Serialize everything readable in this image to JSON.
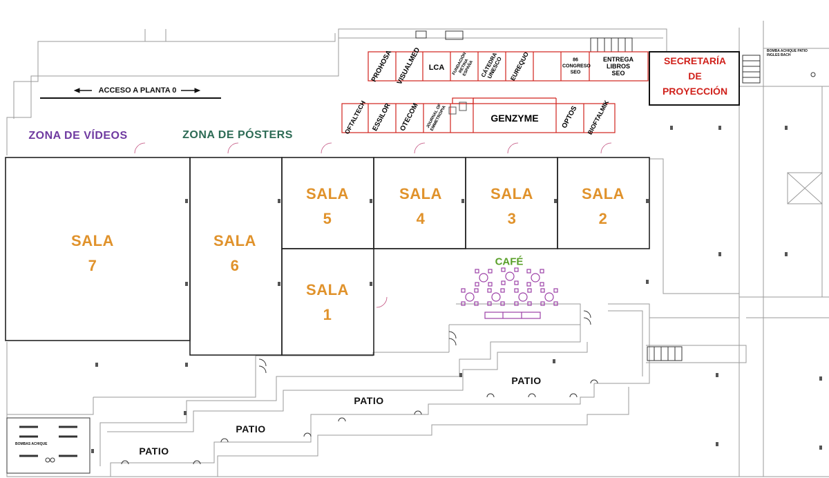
{
  "rooms": {
    "sala7": {
      "line1": "SALA",
      "line2": "7"
    },
    "sala6": {
      "line1": "SALA",
      "line2": "6"
    },
    "sala5": {
      "line1": "SALA",
      "line2": "5"
    },
    "sala4": {
      "line1": "SALA",
      "line2": "4"
    },
    "sala3": {
      "line1": "SALA",
      "line2": "3"
    },
    "sala2": {
      "line1": "SALA",
      "line2": "2"
    },
    "sala1": {
      "line1": "SALA",
      "line2": "1"
    }
  },
  "zones": {
    "videos": "ZONA DE VÍDEOS",
    "posters": "ZONA DE PÓSTERS",
    "cafe": "CAFÉ",
    "acceso": "ACCESO A PLANTA 0"
  },
  "secretaria": {
    "line1": "SECRETARÍA",
    "line2": "DE",
    "line3": "PROYECCIÓN"
  },
  "patios": [
    "PATIO",
    "PATIO",
    "PATIO",
    "PATIO"
  ],
  "booths_top": [
    "PROHOSA",
    "VISUALMED",
    "LCA",
    "FUNDACIÓN RETINA ESPAÑA",
    "CÁTEDRA UNESCO",
    "EUREQUO"
  ],
  "congreso": "86 CONGRESO SEO",
  "entrega": "ENTREGA LIBROS SEO",
  "booths_bottom": [
    "OFTALTECH",
    "ESSILOR",
    "OTECOM",
    "JOURNAL OF EMMETROPIA",
    "OPTOS",
    "BIOFTALMIK"
  ],
  "genzyme": "GENZYME",
  "bombas_left": "BOMBAS ACHIQUE",
  "bomba_right": "BOMBA ACHIQUE PATIO INGLES BACH",
  "colors": {
    "sala": "#e0922b",
    "videos": "#6f3aa0",
    "posters": "#2d6b55",
    "cafe": "#5aa02a",
    "secretaria": "#d0211b",
    "booth_outline": "#d0211b",
    "cafe_tables": "#9b3fa6"
  }
}
